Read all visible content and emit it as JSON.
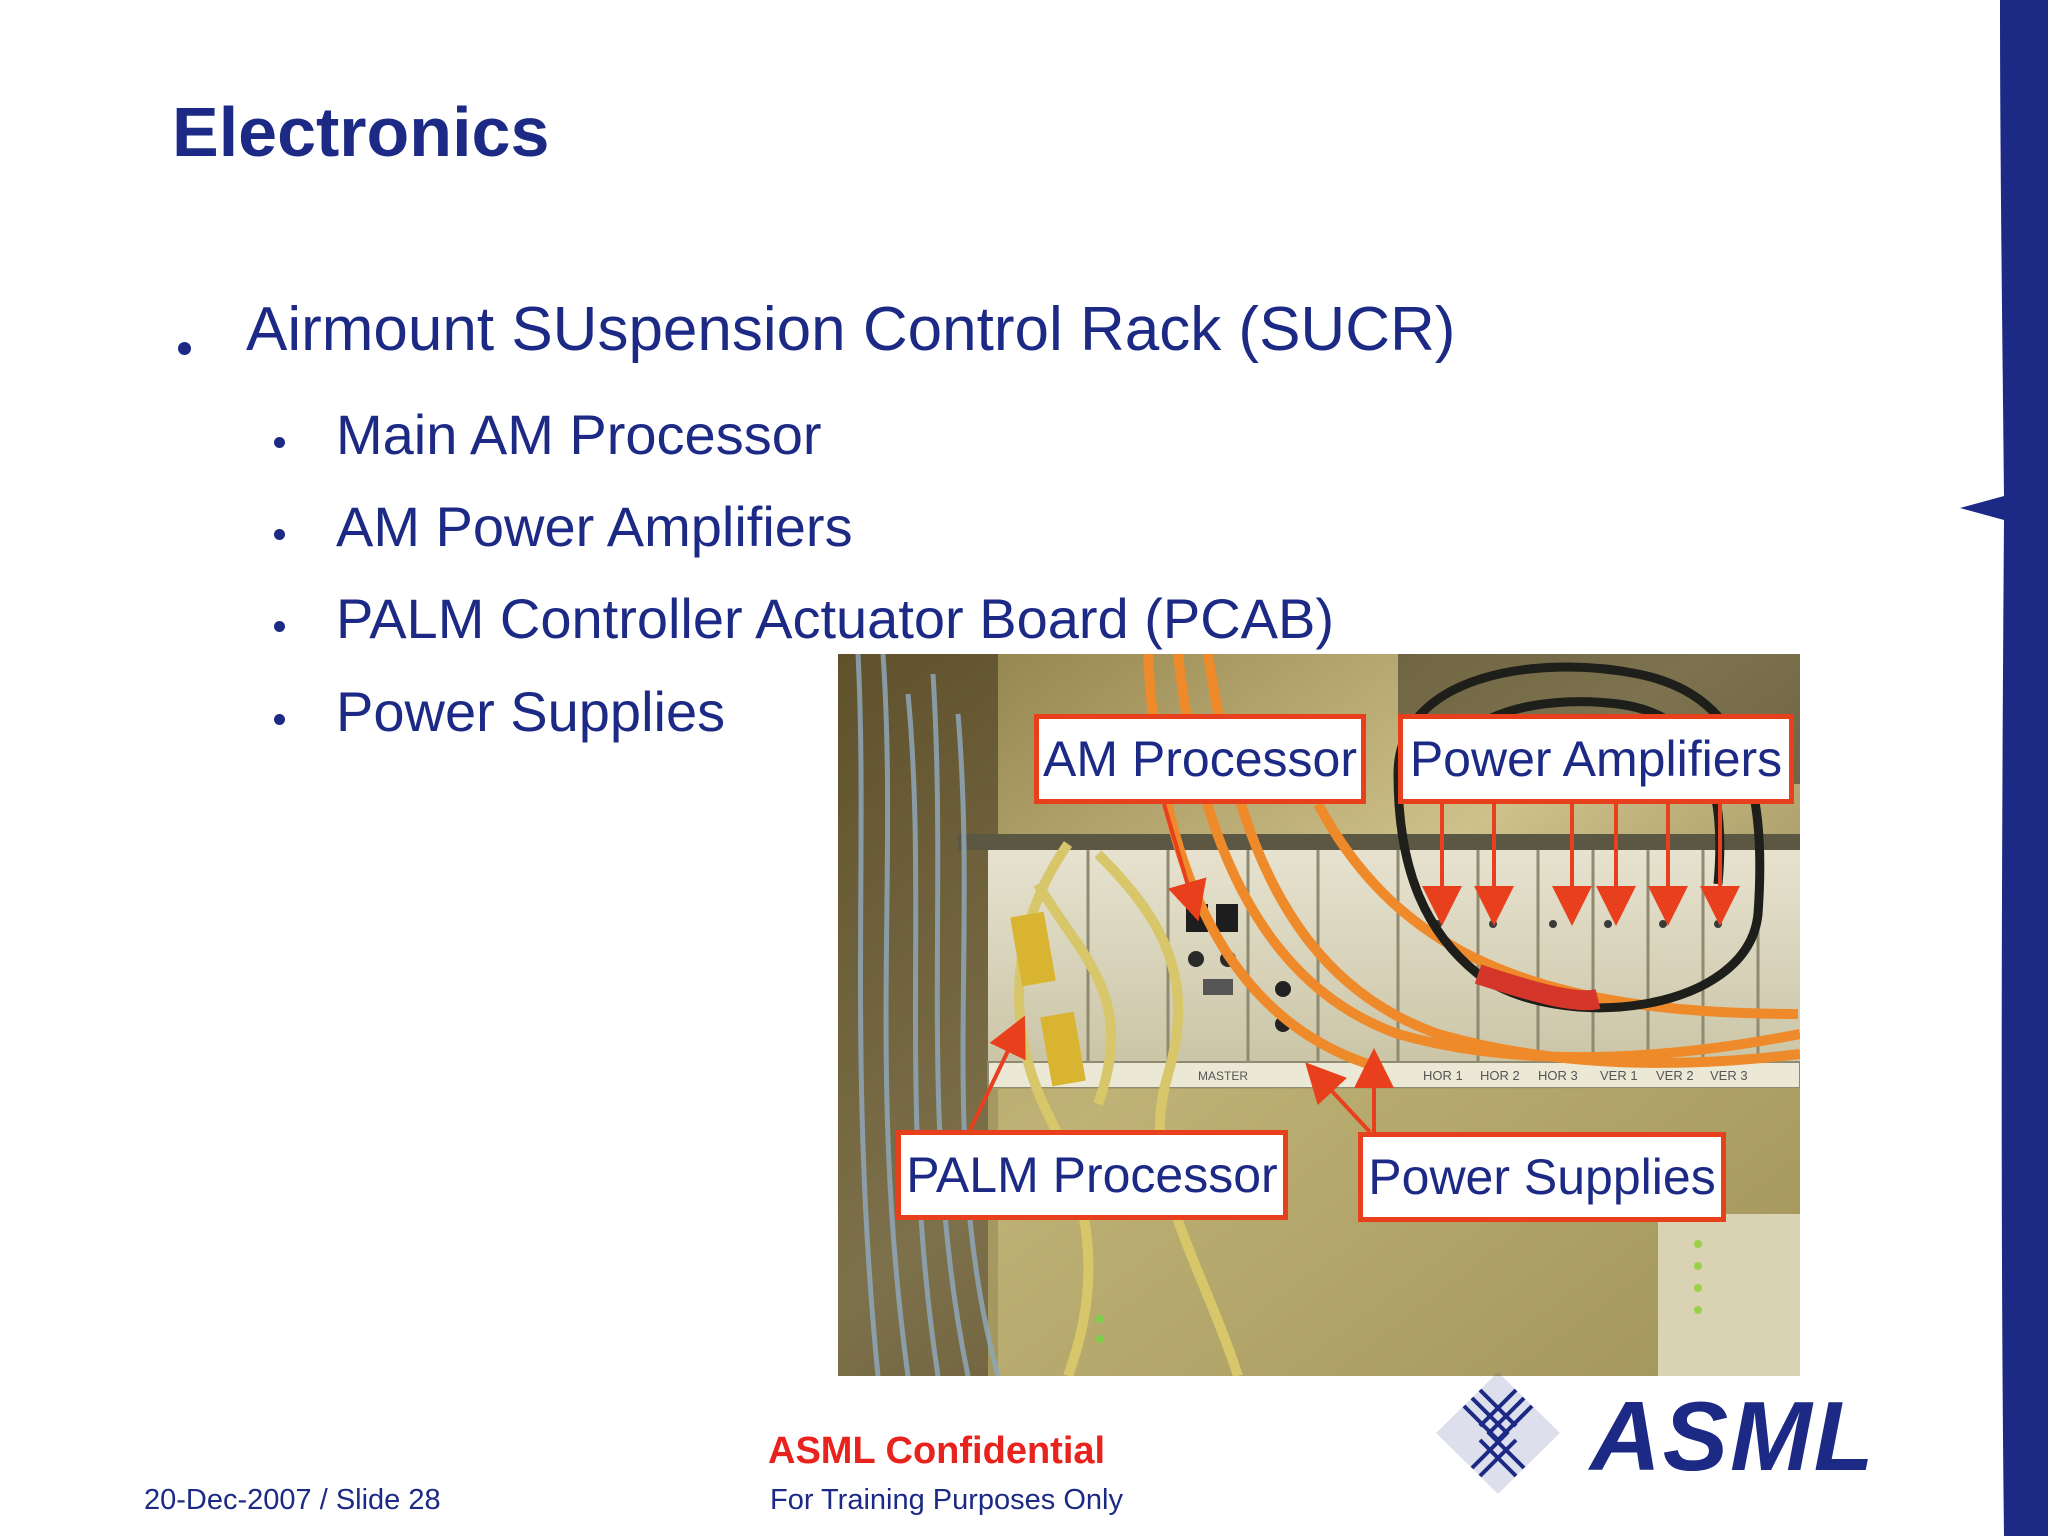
{
  "slide": {
    "title": "Electronics",
    "bullet_main": "Airmount SUspension Control Rack (SUCR)",
    "sub_bullets": [
      "Main AM Processor",
      "AM Power Amplifiers",
      "PALM Controller Actuator Board (PCAB)",
      "Power Supplies"
    ]
  },
  "photo": {
    "callouts": {
      "am_processor": "AM Processor",
      "power_amplifiers": "Power Amplifiers",
      "palm_processor": "PALM Processor",
      "power_supplies": "Power Supplies"
    },
    "module_labels": [
      "HOR 1",
      "HOR 2",
      "HOR 3",
      "VER 1",
      "VER 2",
      "VER 3"
    ],
    "master_label": "MASTER"
  },
  "footer": {
    "date_slide": "20-Dec-2007  / Slide 28",
    "confidential": "ASML Confidential",
    "training": "For Training Purposes Only",
    "logo": "ASML"
  },
  "colors": {
    "brand_blue": "#1c2a85",
    "callout_red": "#e8401c",
    "confidential_red": "#e8221c"
  }
}
